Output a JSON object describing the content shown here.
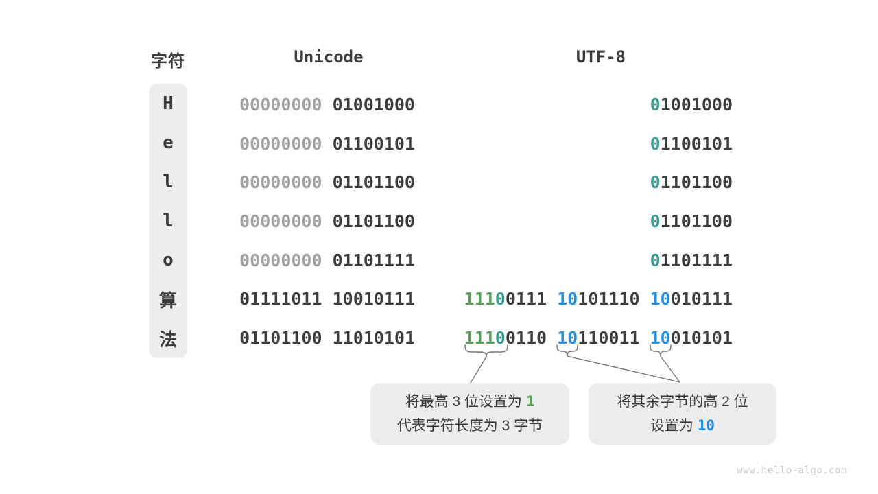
{
  "header": {
    "char_label": "字符",
    "unicode_label": "Unicode",
    "utf8_label": "UTF-8"
  },
  "colors": {
    "dark": "#3c3c3c",
    "gray": "#a2a2a2",
    "green": "#55a057",
    "teal": "#3a9e92",
    "blue": "#1f8ee9",
    "box_bg": "#ececec",
    "line": "#767676"
  },
  "rows": [
    {
      "char": "H",
      "unicode": [
        {
          "text": "00000000 ",
          "color": "gray"
        },
        {
          "text": "01001000",
          "color": "dark"
        }
      ],
      "utf8": [
        {
          "text": "0",
          "color": "teal"
        },
        {
          "text": "1001000",
          "color": "dark"
        }
      ]
    },
    {
      "char": "e",
      "unicode": [
        {
          "text": "00000000 ",
          "color": "gray"
        },
        {
          "text": "01100101",
          "color": "dark"
        }
      ],
      "utf8": [
        {
          "text": "0",
          "color": "teal"
        },
        {
          "text": "1100101",
          "color": "dark"
        }
      ]
    },
    {
      "char": "l",
      "unicode": [
        {
          "text": "00000000 ",
          "color": "gray"
        },
        {
          "text": "01101100",
          "color": "dark"
        }
      ],
      "utf8": [
        {
          "text": "0",
          "color": "teal"
        },
        {
          "text": "1101100",
          "color": "dark"
        }
      ]
    },
    {
      "char": "l",
      "unicode": [
        {
          "text": "00000000 ",
          "color": "gray"
        },
        {
          "text": "01101100",
          "color": "dark"
        }
      ],
      "utf8": [
        {
          "text": "0",
          "color": "teal"
        },
        {
          "text": "1101100",
          "color": "dark"
        }
      ]
    },
    {
      "char": "o",
      "unicode": [
        {
          "text": "00000000 ",
          "color": "gray"
        },
        {
          "text": "01101111",
          "color": "dark"
        }
      ],
      "utf8": [
        {
          "text": "0",
          "color": "teal"
        },
        {
          "text": "1101111",
          "color": "dark"
        }
      ]
    },
    {
      "char": "算",
      "unicode": [
        {
          "text": "01111011 10010111",
          "color": "dark"
        }
      ],
      "utf8": [
        {
          "text": "111",
          "color": "green"
        },
        {
          "text": "0",
          "color": "teal"
        },
        {
          "text": "0111 ",
          "color": "dark"
        },
        {
          "text": "10",
          "color": "blue"
        },
        {
          "text": "101110 ",
          "color": "dark"
        },
        {
          "text": "10",
          "color": "blue"
        },
        {
          "text": "010111",
          "color": "dark"
        }
      ]
    },
    {
      "char": "法",
      "unicode": [
        {
          "text": "01101100 11010101",
          "color": "dark"
        }
      ],
      "utf8": [
        {
          "text": "111",
          "color": "green"
        },
        {
          "text": "0",
          "color": "teal"
        },
        {
          "text": "0110 ",
          "color": "dark"
        },
        {
          "text": "10",
          "color": "blue"
        },
        {
          "text": "110011 ",
          "color": "dark"
        },
        {
          "text": "10",
          "color": "blue"
        },
        {
          "text": "010101",
          "color": "dark"
        }
      ]
    }
  ],
  "callouts": {
    "left": {
      "line1_prefix": "将最高 3 位设置为 ",
      "line1_highlight": "1",
      "line2": "代表字符长度为 3 字节"
    },
    "right": {
      "line1": "将其余字节的高 2 位",
      "line2_prefix": "设置为 ",
      "line2_highlight": "10"
    }
  },
  "watermark": "www.hello-algo.com"
}
